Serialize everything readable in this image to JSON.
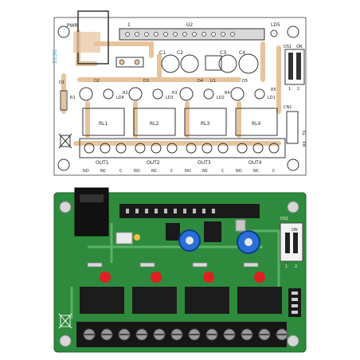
{
  "colors": {
    "pcb_green": "#2d8a3c",
    "copper_trace": "#e3b98a",
    "relay_black": "#1c1c1c",
    "terminal_black": "#161616",
    "led_red": "#e02020",
    "trimmer_blue": "#2a6fd6",
    "silkscreen": "#f2f2f2"
  },
  "top_layout": {
    "labels": {
      "pwr": "PWR",
      "u2": "U2",
      "ld5": "LD5",
      "one": "1",
      "dip": "DS1",
      "on": "ON",
      "c1": "C1",
      "c2": "C2",
      "c3": "C3",
      "c4": "C4",
      "d1": "D1",
      "d2": "D2",
      "d3": "D3",
      "d4": "D4",
      "d5": "D5",
      "u1": "U1",
      "r1": "R1",
      "r2": "R2",
      "r3": "R3",
      "r4": "R4",
      "r5": "R5",
      "ld1": "LD1",
      "ld2": "LD2",
      "ld3": "LD3",
      "ld4": "LD4",
      "rl1": "RL1",
      "rl2": "RL2",
      "rl3": "RL3",
      "rl4": "RL4",
      "cn1": "CN1",
      "rx": "RX",
      "tx": "TX",
      "dip_1": "1",
      "dip_2": "2",
      "code": "2136",
      "out1": "OUT1",
      "out2": "OUT2",
      "out3": "OUT3",
      "out4": "OUT4",
      "no": "NO",
      "nc": "NC",
      "c": "C"
    }
  },
  "bottom_photo": {
    "labels": {
      "ds1": "DS1",
      "on": "ON",
      "dip_1": "1",
      "dip_2": "2"
    }
  }
}
